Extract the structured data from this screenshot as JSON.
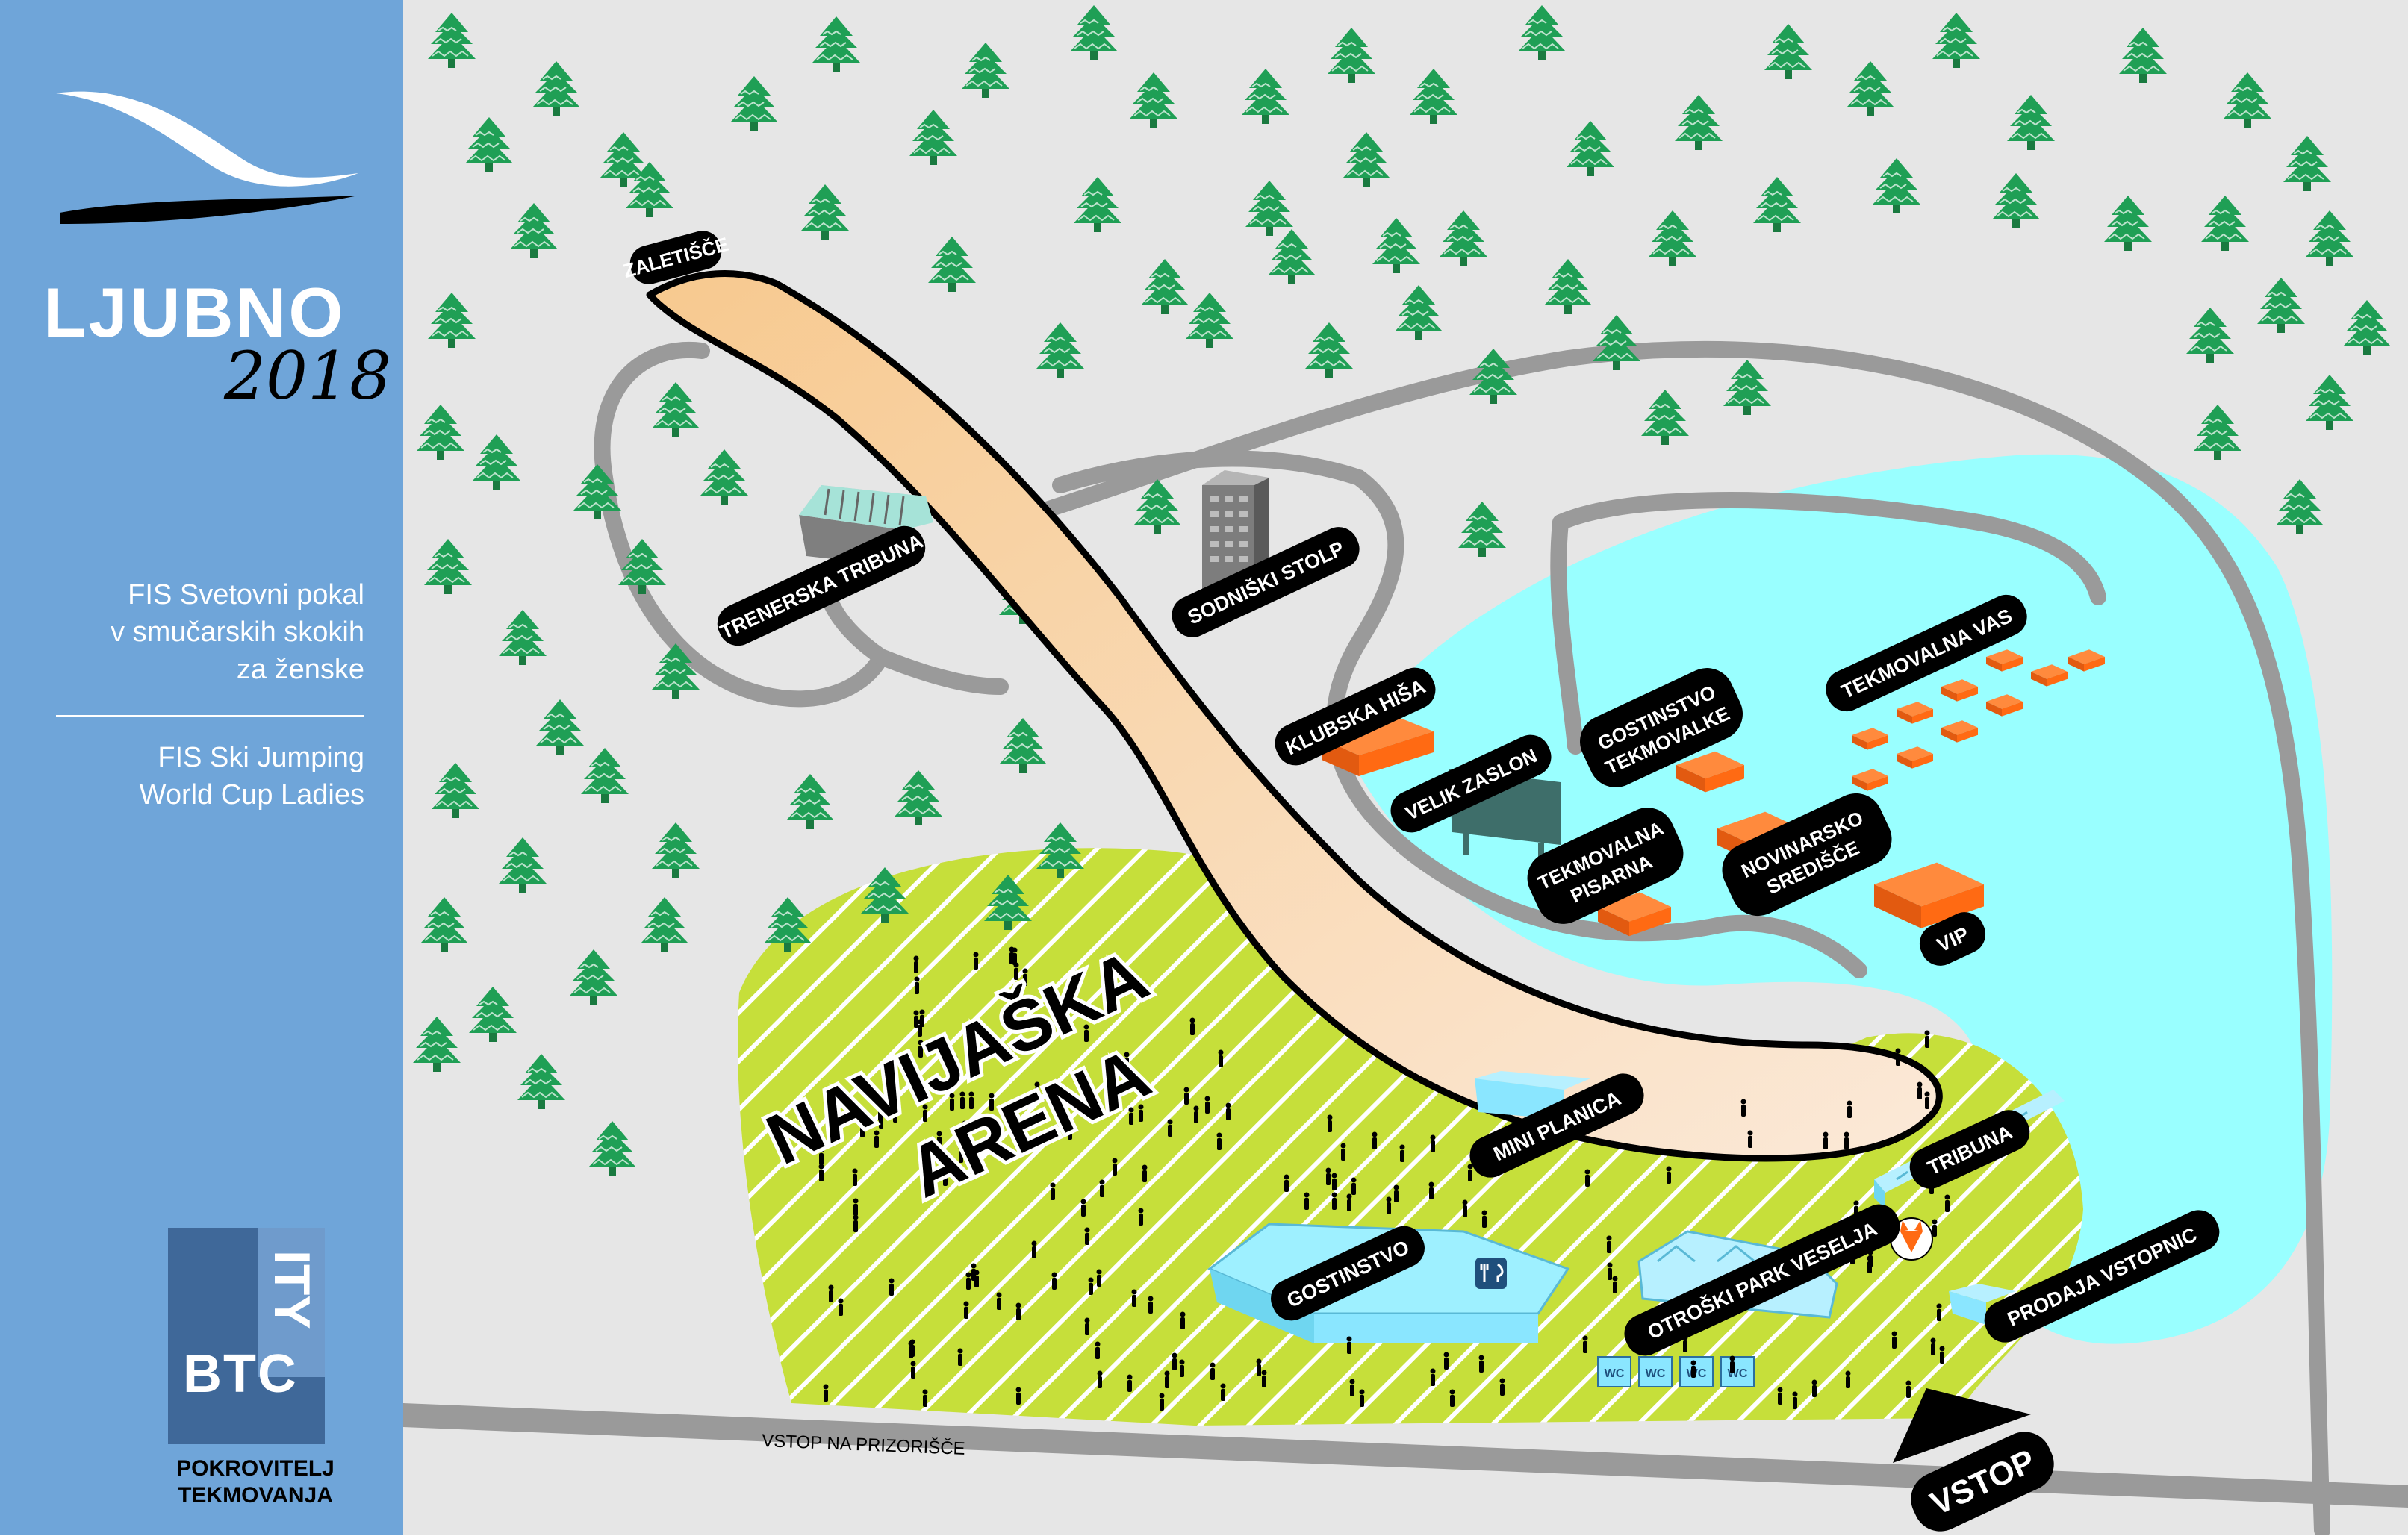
{
  "colors": {
    "sidebar": "#6fa5d9",
    "ground": "#e6e6e6",
    "road": "#9a9a9a",
    "water": "#99ffff",
    "arena": "#c6df3a",
    "tree": "#1f9f55",
    "jump": "#f6d2a0",
    "building_orange": "#ff6a13",
    "building_blue": "#8ae6ff",
    "label_bg": "#000000",
    "btc_dark": "#3f6899",
    "btc_light": "#6f9bcc"
  },
  "sidebar": {
    "event_name": "LJUBNO",
    "event_year": "2018",
    "title_si_line1": "FIS Svetovni pokal",
    "title_si_line2": "v smučarskih skokih",
    "title_si_line3": "za ženske",
    "title_en_line1": "FIS Ski Jumping",
    "title_en_line2": "World Cup Ladies",
    "sponsor_logo_text": "BTC",
    "sponsor_logo_text2": "ITY",
    "sponsor_line1": "POKROVITELJ",
    "sponsor_line2": "TEKMOVANJA"
  },
  "map": {
    "labels": {
      "zaletisce": "ZALETIŠČE",
      "trenerska_tribuna": "TRENERSKA TRIBUNA",
      "sodniski_stolp": "SODNIŠKI STOLP",
      "klubska_hisa": "KLUBSKA HIŠA",
      "velik_zaslon": "VELIK ZASLON",
      "gostinstvo_tekmovalke_1": "GOSTINSTVO",
      "gostinstvo_tekmovalke_2": "TEKMOVALKE",
      "tekmovalna_vas": "TEKMOVALNA VAS",
      "tekmovalna_pisarna_1": "TEKMOVALNA",
      "tekmovalna_pisarna_2": "PISARNA",
      "novinarsko_1": "NOVINARSKO",
      "novinarsko_2": "SREDIŠČE",
      "vip": "VIP",
      "mini_planica": "MINI PLANICA",
      "tribuna": "TRIBUNA",
      "gostinstvo": "GOSTINSTVO",
      "otroski_park": "OTROŠKI PARK VESELJA",
      "prodaja_vstopnic": "PRODAJA VSTOPNIC",
      "vstop_road": "VSTOP NA PRIZORIŠČE",
      "vstop": "VSTOP",
      "arena_1": "NAVIJAŠKA",
      "arena_2": "ARENA",
      "wc": "WC"
    }
  }
}
